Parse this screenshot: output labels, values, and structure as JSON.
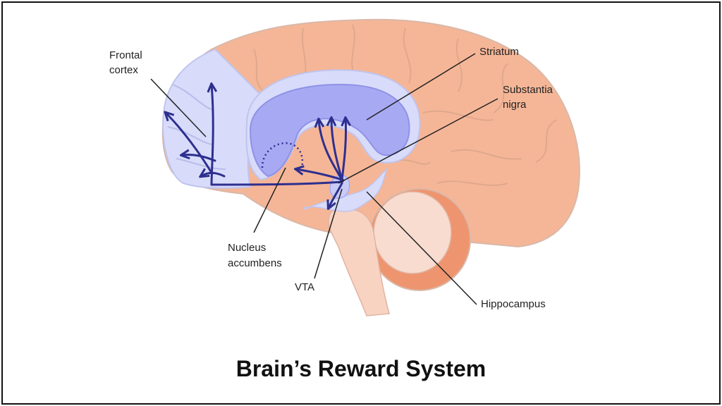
{
  "caption": "Brain’s Reward System",
  "labels": {
    "frontal_cortex": [
      "Frontal",
      "cortex"
    ],
    "striatum": [
      "Striatum"
    ],
    "substantia_nigra": [
      "Substantia",
      "nigra"
    ],
    "nucleus_accumbens": [
      "Nucleus",
      "accumbens"
    ],
    "vta": [
      "VTA"
    ],
    "hippocampus": [
      "Hippocampus"
    ]
  },
  "colors": {
    "brain": "#f5b697",
    "brain_outline": "#d9b8a8",
    "cerebellum": "#ee956f",
    "cerebellum_inner": "#f8dcd0",
    "frontal_region": "#d8dcfa",
    "striatum": "#a7a9f3",
    "pathway": "#2e2f8f",
    "brainstem": "#f8d3c2"
  }
}
